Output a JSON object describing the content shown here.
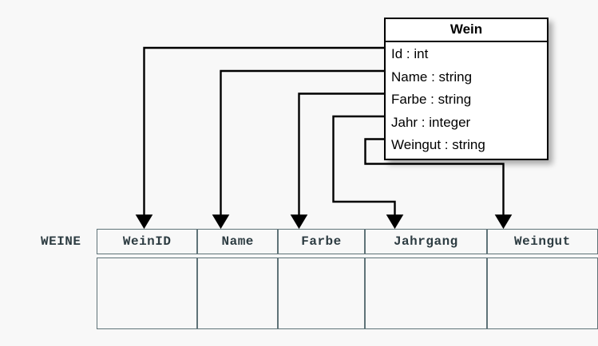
{
  "diagram": {
    "background_color": "#f8f8f8",
    "line_color": "#000000"
  },
  "uml_class": {
    "name": "Wein",
    "attributes": [
      {
        "text": "Id : int"
      },
      {
        "text": "Name : string"
      },
      {
        "text": "Farbe : string"
      },
      {
        "text": "Jahr : integer"
      },
      {
        "text": "Weingut : string"
      }
    ]
  },
  "relational_table": {
    "label": "WEINE",
    "label_color": "#2d3c42",
    "border_color": "#5f7378",
    "columns": [
      {
        "header": "WeinID"
      },
      {
        "header": "Name"
      },
      {
        "header": "Farbe"
      },
      {
        "header": "Jahrgang"
      },
      {
        "header": "Weingut"
      }
    ],
    "rows": [
      {
        "cells": [
          "",
          "",
          "",
          "",
          ""
        ]
      }
    ]
  },
  "mappings": [
    {
      "from": "Id : int",
      "to": "WeinID"
    },
    {
      "from": "Name : string",
      "to": "Name"
    },
    {
      "from": "Farbe : string",
      "to": "Farbe"
    },
    {
      "from": "Jahr : integer",
      "to": "Jahrgang"
    },
    {
      "from": "Weingut : string",
      "to": "Weingut"
    }
  ]
}
